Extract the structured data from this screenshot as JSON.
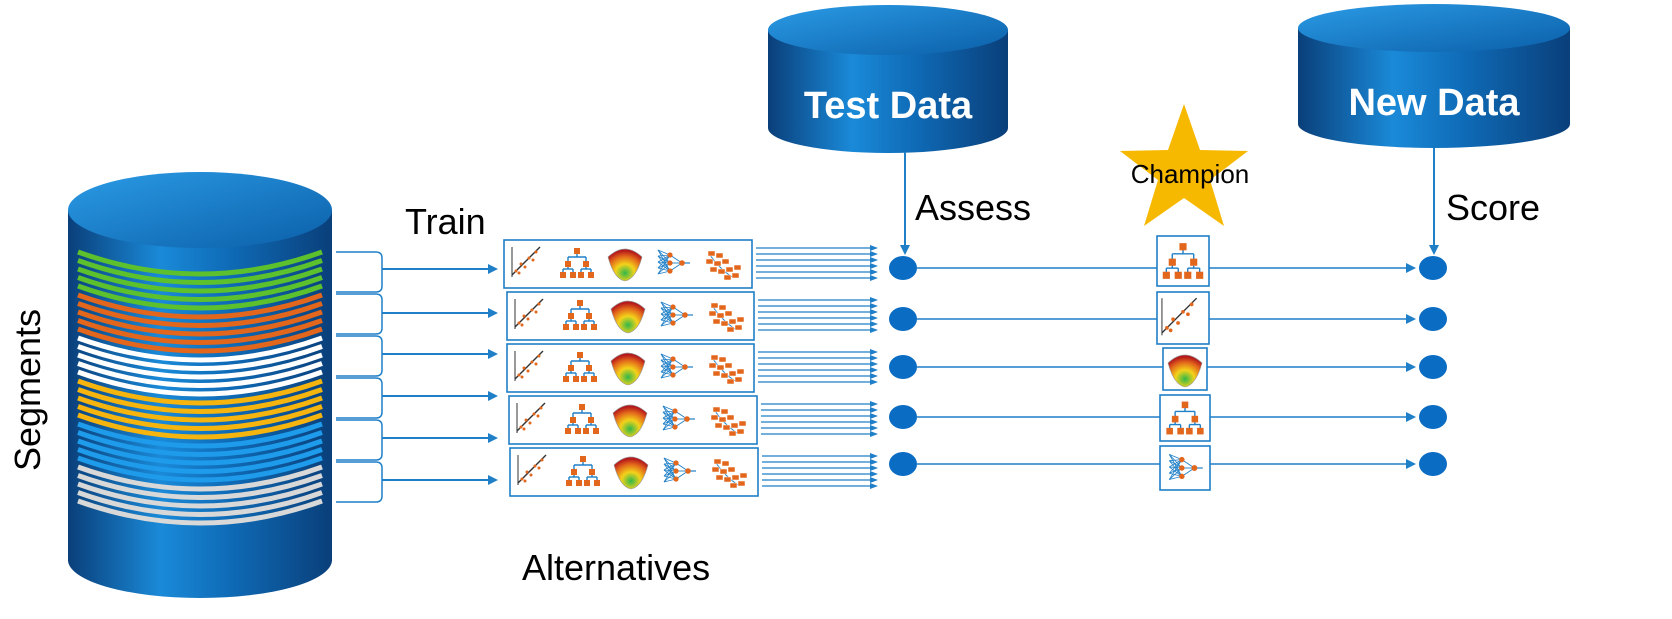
{
  "labels": {
    "segments": "Segments",
    "train": "Train",
    "alternatives": "Alternatives",
    "assess": "Assess",
    "champion": "Champion",
    "score": "Score"
  },
  "databases": {
    "test": "Test Data",
    "new": "New Data"
  },
  "colors": {
    "db_blue": "#0a6cb5",
    "flow_blue": "#1f7fc7",
    "node_blue": "#0a6cc2",
    "star_gold": "#f7b800",
    "icon_orange": "#e2661b",
    "segment_bands": [
      "#5cc12d",
      "#e2661b",
      "#ffffff",
      "#f5b50e",
      "#1e9bea",
      "#d8d8d8"
    ]
  },
  "segments": [
    {
      "color": "green"
    },
    {
      "color": "orange"
    },
    {
      "color": "white"
    },
    {
      "color": "yellow"
    },
    {
      "color": "light-blue"
    },
    {
      "color": "gray"
    }
  ],
  "model_rows": [
    {
      "icons": [
        "regression-icon",
        "decision-tree-icon",
        "surface-plot-icon",
        "neural-network-icon",
        "cluster-tree-icon"
      ],
      "champion": "decision-tree-icon"
    },
    {
      "icons": [
        "regression-icon",
        "decision-tree-icon",
        "surface-plot-icon",
        "neural-network-icon",
        "cluster-tree-icon"
      ],
      "champion": "regression-icon"
    },
    {
      "icons": [
        "regression-icon",
        "decision-tree-icon",
        "surface-plot-icon",
        "neural-network-icon",
        "cluster-tree-icon"
      ],
      "champion": "surface-plot-icon"
    },
    {
      "icons": [
        "regression-icon",
        "decision-tree-icon",
        "surface-plot-icon",
        "neural-network-icon",
        "cluster-tree-icon"
      ],
      "champion": "decision-tree-icon"
    },
    {
      "icons": [
        "regression-icon",
        "decision-tree-icon",
        "surface-plot-icon",
        "neural-network-icon",
        "cluster-tree-icon"
      ],
      "champion": "neural-network-icon"
    }
  ]
}
